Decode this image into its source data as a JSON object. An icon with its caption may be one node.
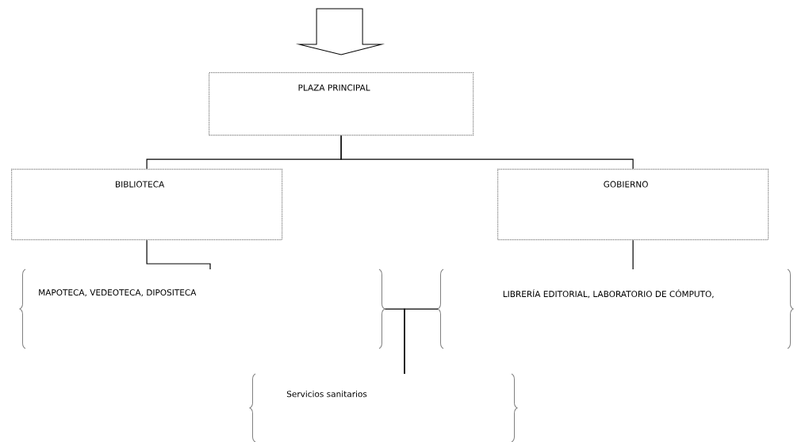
{
  "diagram": {
    "nodes": [
      {
        "text": [
          "PLAZA PRINCIPAL"
        ]
      },
      {
        "text": [
          "BIBLIOTECA"
        ]
      },
      {
        "text": [
          "GOBIERNO"
        ]
      },
      {
        "text": [
          "MAPOTECA, VEDEOTECA, DIPOSITECA"
        ]
      },
      {
        "text": [
          "LIBRERÍA EDITORIAL, LABORATORIO DE CÓMPUTO,"
        ]
      },
      {
        "text": [
          "Servicios sanitarios"
        ]
      }
    ],
    "edges": [
      {
        "from": null,
        "to": 0,
        "arrow": "to"
      },
      {
        "from": 0,
        "to": 1,
        "arrow": "none"
      },
      {
        "from": 0,
        "to": 2,
        "arrow": "none"
      },
      {
        "from": 1,
        "to": 3,
        "arrow": "none"
      },
      {
        "from": 2,
        "to": 4,
        "arrow": "none"
      },
      {
        "from": 3,
        "to": 5,
        "arrow": "none"
      },
      {
        "from": 4,
        "to": 5,
        "arrow": "none"
      }
    ]
  }
}
